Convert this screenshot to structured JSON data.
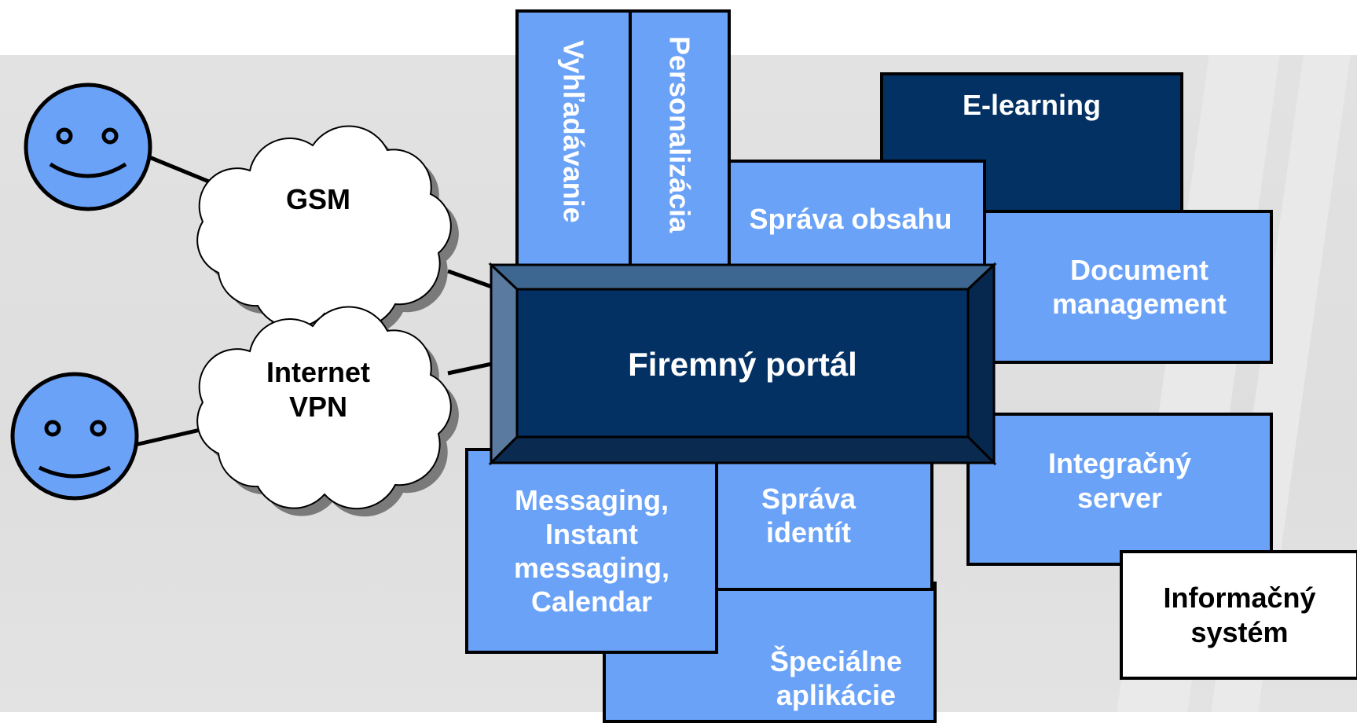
{
  "colors": {
    "light_blue": "#6aa2f8",
    "dark_blue": "#043164",
    "portal_frame": "#335b84",
    "outline": "#000000",
    "background": "#e0e0e0"
  },
  "users": [
    {
      "icon": "smiley-face-icon"
    },
    {
      "icon": "smiley-face-icon"
    }
  ],
  "networks": {
    "gsm": "GSM",
    "internet_vpn": "Internet\nVPN"
  },
  "portal": {
    "label": "Firemný portál"
  },
  "modules": {
    "vyhladavanie": "Vyhľadávanie",
    "personalizacia": "Personalizácia",
    "e_learning": "E-learning",
    "sprava_obsahu": "Správa obsahu",
    "document_management": "Document\nmanagement",
    "integracny_server": "Integračný\nserver",
    "informacny_system": "Informačný\nsystém",
    "messaging": "Messaging,\nInstant\nmessaging,\nCalendar",
    "sprava_identit": "Správa\nidentít",
    "specialne_aplikacie": "Špeciálne\naplikácie"
  }
}
